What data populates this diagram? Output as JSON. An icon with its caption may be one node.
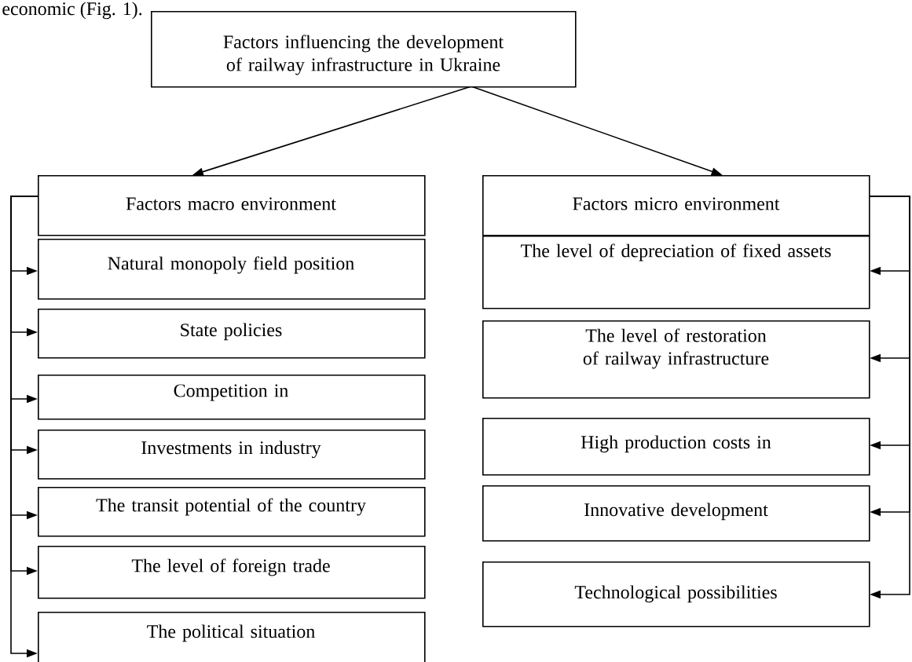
{
  "diagram": {
    "nodes": [
      {
        "text": [
          "Factors influencing the development of railway infrastructure in Ukraine"
        ]
      },
      {
        "text": [
          "Factors macro environment"
        ]
      },
      {
        "text": [
          "Factors micro environment"
        ]
      },
      {
        "text": [
          "Natural monopoly field position"
        ]
      },
      {
        "text": [
          "State policies"
        ]
      },
      {
        "text": [
          "Competition in"
        ]
      },
      {
        "text": [
          "Investments in industry"
        ]
      },
      {
        "text": [
          "The transit potential of the country"
        ]
      },
      {
        "text": [
          "The level of foreign trade"
        ]
      },
      {
        "text": [
          "The political situation"
        ]
      },
      {
        "text": [
          "The level of depreciation of fixed assets"
        ]
      },
      {
        "text": [
          "The level of restoration of railway infrastructure"
        ]
      },
      {
        "text": [
          "High production costs in"
        ]
      },
      {
        "text": [
          "Innovative development"
        ]
      },
      {
        "text": [
          "Technological possibilities"
        ]
      }
    ],
    "edges": [
      {
        "from": 0,
        "to": 1,
        "arrow": "to"
      },
      {
        "from": 0,
        "to": 2,
        "arrow": "to"
      },
      {
        "from": 1,
        "to": 3,
        "arrow": "to"
      },
      {
        "from": 1,
        "to": 4,
        "arrow": "to"
      },
      {
        "from": 1,
        "to": 5,
        "arrow": "to"
      },
      {
        "from": 1,
        "to": 6,
        "arrow": "to"
      },
      {
        "from": 1,
        "to": 7,
        "arrow": "to"
      },
      {
        "from": 1,
        "to": 8,
        "arrow": "to"
      },
      {
        "from": 1,
        "to": 9,
        "arrow": "to"
      },
      {
        "from": 2,
        "to": 10,
        "arrow": "to"
      },
      {
        "from": 2,
        "to": 11,
        "arrow": "to"
      },
      {
        "from": 2,
        "to": 12,
        "arrow": "to"
      },
      {
        "from": 2,
        "to": 13,
        "arrow": "to"
      },
      {
        "from": 2,
        "to": 14,
        "arrow": "to"
      }
    ],
    "labels": [
      "economic (Fig. 1)."
    ]
  }
}
